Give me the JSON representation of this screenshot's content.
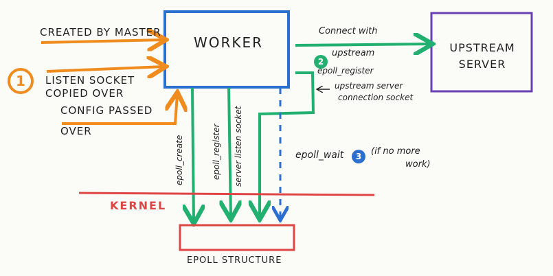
{
  "worker": {
    "label": "WORKER"
  },
  "upstream": {
    "line1": "UPSTREAM",
    "line2": "SERVER"
  },
  "inputs": {
    "created": "CREATED BY MASTER",
    "listen_line1": "LISTEN SOCKET",
    "listen_line2": "COPIED OVER",
    "config_line1": "CONFIG PASSED",
    "config_line2": "OVER"
  },
  "steps": {
    "one": "1",
    "two": "2",
    "three": "3"
  },
  "connect": {
    "line1": "Connect with",
    "line2": "upstream"
  },
  "register_upstream": {
    "line1": "epoll_register",
    "line2": "upstream server",
    "line3": "connection socket"
  },
  "vertical": {
    "create": "epoll_create",
    "register_line1": "epoll_register",
    "register_line2": "server listen socket"
  },
  "wait": {
    "label": "epoll_wait",
    "note_line1": "(if no more",
    "note_line2": "work)"
  },
  "kernel": {
    "label": "KERNEL"
  },
  "epoll": {
    "label": "EPOLL STRUCTURE"
  },
  "colors": {
    "worker_border": "#2d6fd1",
    "upstream_border": "#6a3fb2",
    "orange": "#f08c1e",
    "green": "#22b070",
    "blue": "#2d6fd1",
    "red": "#e04545"
  }
}
